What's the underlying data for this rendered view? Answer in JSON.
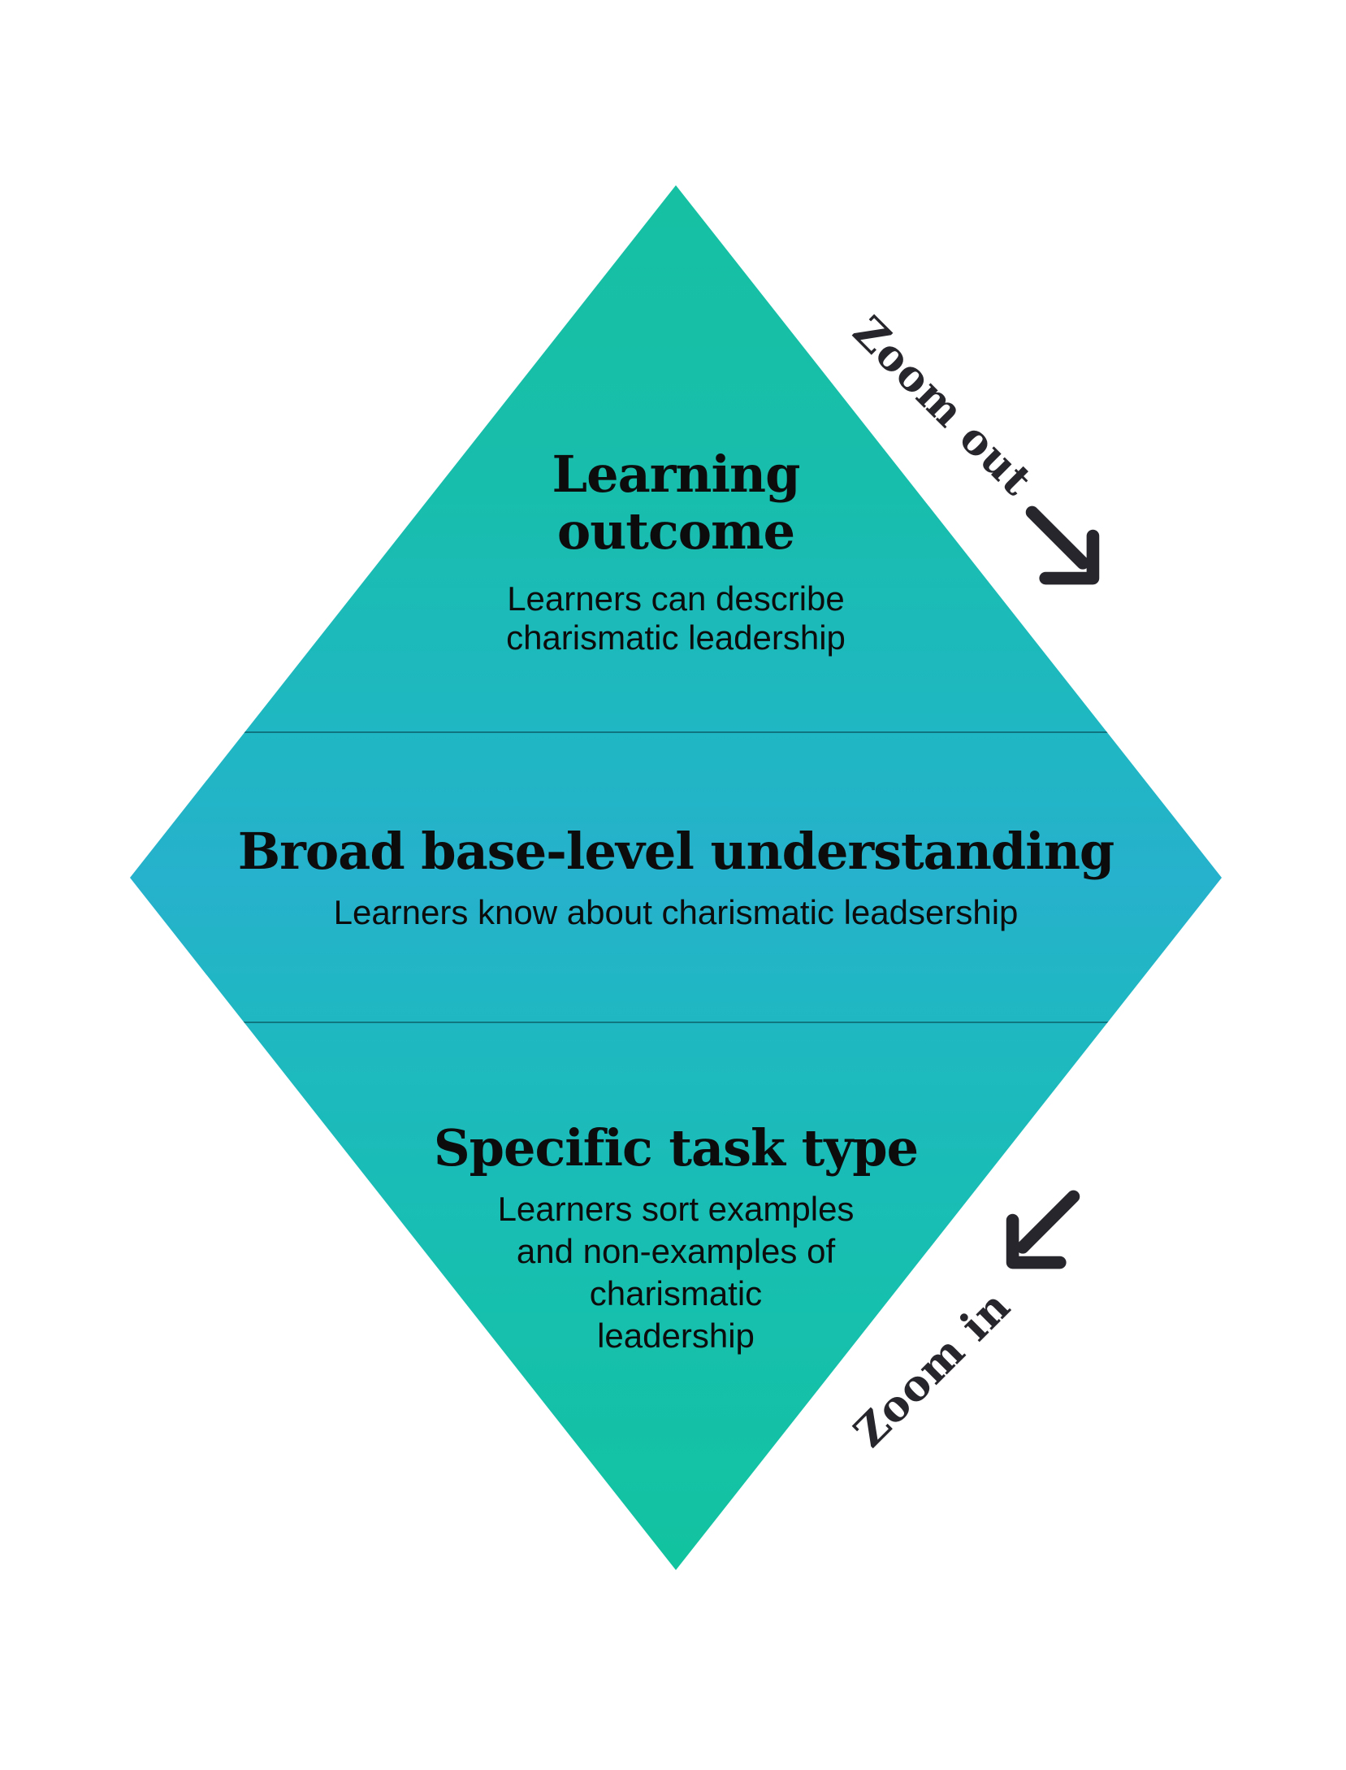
{
  "page": {
    "background": "#ffffff"
  },
  "colors": {
    "gradient-top": "#16C0A2",
    "gradient-upper": "#18BEAC",
    "gradient-middle": "#26B1CC",
    "gradient-lower": "#17BFB0",
    "gradient-bottom": "#12C39F",
    "divider": "rgba(6,73,83,0.6)",
    "diamond-text": "#0C0C0D",
    "annotation": "#26262C"
  },
  "diamond": {
    "sections": [
      {
        "name": "learning-outcome",
        "title": "Learning outcome",
        "title_lines": [
          "Learning",
          "outcome"
        ],
        "body": "Learners can describe charismatic leadership",
        "body_lines": [
          "Learners can describe",
          "charismatic leadership"
        ]
      },
      {
        "name": "broad-base-level-understanding",
        "title": "Broad base-level understanding",
        "title_lines": [
          "Broad base-level understanding"
        ],
        "body": "Learners know about charismatic leadsership",
        "body_lines": [
          "Learners know about charismatic leadsership"
        ]
      },
      {
        "name": "specific-task-type",
        "title": "Specific task type",
        "title_lines": [
          "Specific task type"
        ],
        "body": "Learners sort examples and non-examples of charismatic leadership",
        "body_lines": [
          "Learners sort examples",
          "and non-examples of",
          "charismatic",
          "leadership"
        ]
      }
    ]
  },
  "annotations": {
    "zoom_out": {
      "label": "Zoom out",
      "arrow_direction": "down-right"
    },
    "zoom_in": {
      "label": "Zoom in",
      "arrow_direction": "down-left"
    }
  }
}
